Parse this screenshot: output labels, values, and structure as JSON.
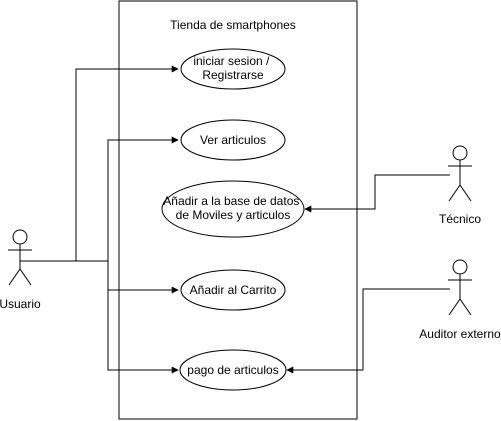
{
  "system": {
    "title": "Tienda de smartphones"
  },
  "actors": {
    "usuario": "Usuario",
    "tecnico": "Técnico",
    "auditor": "Auditor externo"
  },
  "use_cases": {
    "login": [
      "iniciar sesion /",
      "Registrarse"
    ],
    "ver": "Ver articulos",
    "anadir_bd": [
      "Añadir a la base de datos",
      "de Moviles y articulos"
    ],
    "carrito": "Añadir al Carrito",
    "pago": "pago de articulos"
  },
  "colors": {
    "stroke": "#000000",
    "background": "#ffffff"
  }
}
